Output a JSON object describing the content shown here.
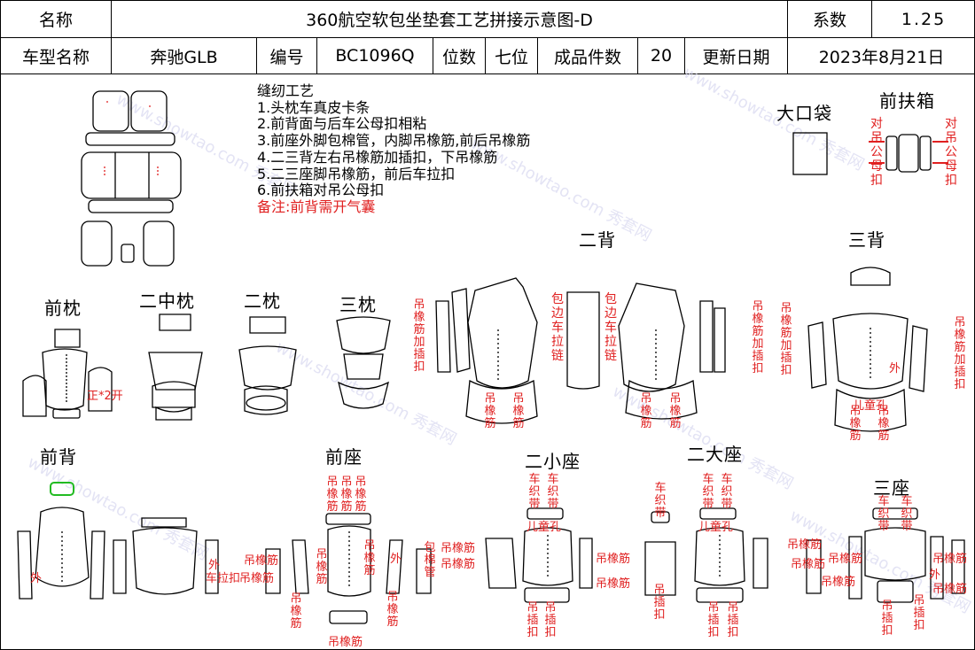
{
  "header": {
    "name_label": "名称",
    "title": "360航空软包坐垫套工艺拼接示意图-D",
    "coef_label": "系数",
    "coef_value": "1.25",
    "model_label": "车型名称",
    "model_value": "奔驰GLB",
    "code_label": "编号",
    "code_value": "BC1096Q",
    "seats_label": "位数",
    "seats_value": "七位",
    "pieces_label": "成品件数",
    "pieces_value": "20",
    "date_label": "更新日期",
    "date_value": "2023年8月21日"
  },
  "notes": {
    "title": "缝纫工艺",
    "items": [
      "1.头枕车真皮卡条",
      "2.前背面与后车公母扣相粘",
      "3.前座外脚包棉管，内脚吊橡筋,前后吊橡筋",
      "4.二三背左右吊橡筋加插扣，下吊橡筋",
      "5.二三座脚吊橡筋，前后车拉扣",
      "6.前扶箱对吊公母扣"
    ],
    "remark": "备注:前背需开气囊"
  },
  "sections": {
    "big_pocket": "大口袋",
    "front_armrest": "前扶箱",
    "front_pillow": "前枕",
    "second_mid_pillow": "二中枕",
    "second_pillow": "二枕",
    "third_pillow": "三枕",
    "second_back": "二背",
    "third_back": "三背",
    "front_back": "前背",
    "front_seat": "前座",
    "second_small_seat": "二小座",
    "second_big_seat": "二大座",
    "third_seat": "三座"
  },
  "annotations": {
    "dui_diao_gong_mu_kou": "对吊公母扣",
    "diao_xiang_jin": "吊橡筋",
    "diao_xiang_jin_jia_cha_kou": "吊橡筋加插扣",
    "bao_bian_che_la_lian": "包边车拉链",
    "che_zhi_dai": "车织带",
    "diao_cha_kou": "吊插扣",
    "wai": "外",
    "ertong_kong": "儿童孔",
    "che_la_kou": "车拉扣",
    "kai_count": "正*2开",
    "bao_mian_guan": "包棉管"
  },
  "colors": {
    "annotation": "#e02020",
    "line": "#000000",
    "accent_green": "#22bb22",
    "watermark": "#d8d8f0"
  },
  "watermark": "www.showtao.com 秀套网"
}
